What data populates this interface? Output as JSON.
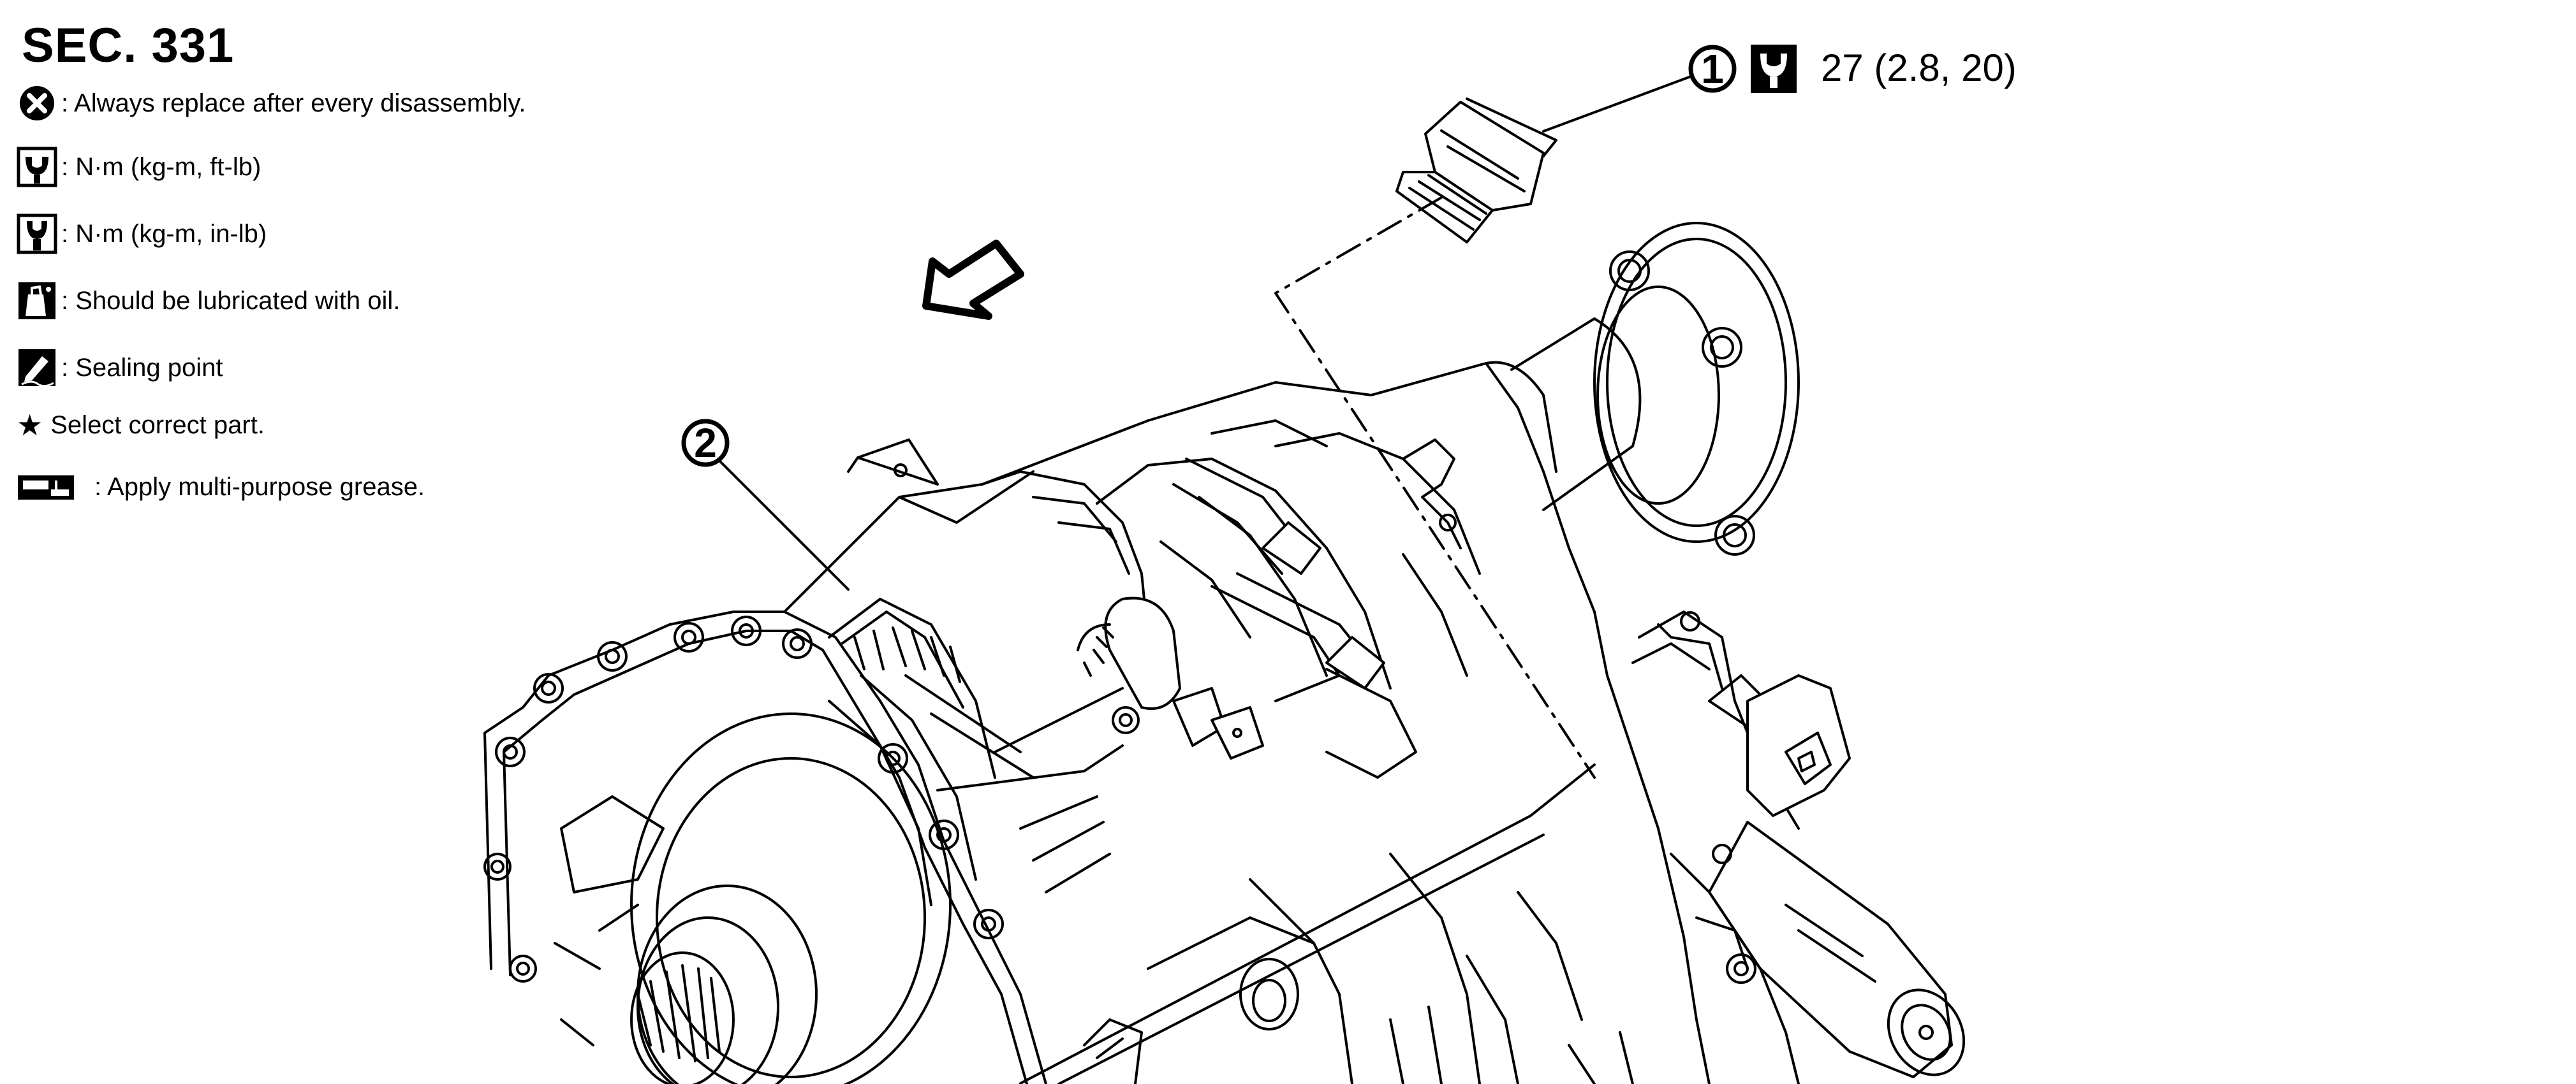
{
  "section_title": "SEC. 331",
  "legend": [
    {
      "icon": "always-replace-icon",
      "text": ": Always replace after every disassembly."
    },
    {
      "icon": "torque-wrench-ftlb-icon",
      "text": ": N·m (kg-m, ft-lb)"
    },
    {
      "icon": "torque-wrench-inlb-icon",
      "text": ": N·m (kg-m, in-lb)"
    },
    {
      "icon": "oil-can-icon",
      "text": ": Should be lubricated with oil."
    },
    {
      "icon": "sealing-point-icon",
      "text": ": Sealing point"
    },
    {
      "icon": "star-icon",
      "symbol": "★",
      "text": "Select correct part."
    },
    {
      "icon": "grease-gun-icon",
      "text": ": Apply multi-purpose grease."
    }
  ],
  "callouts": [
    {
      "number": "1",
      "torque_spec": "27 (2.8, 20)"
    },
    {
      "number": "2"
    }
  ]
}
